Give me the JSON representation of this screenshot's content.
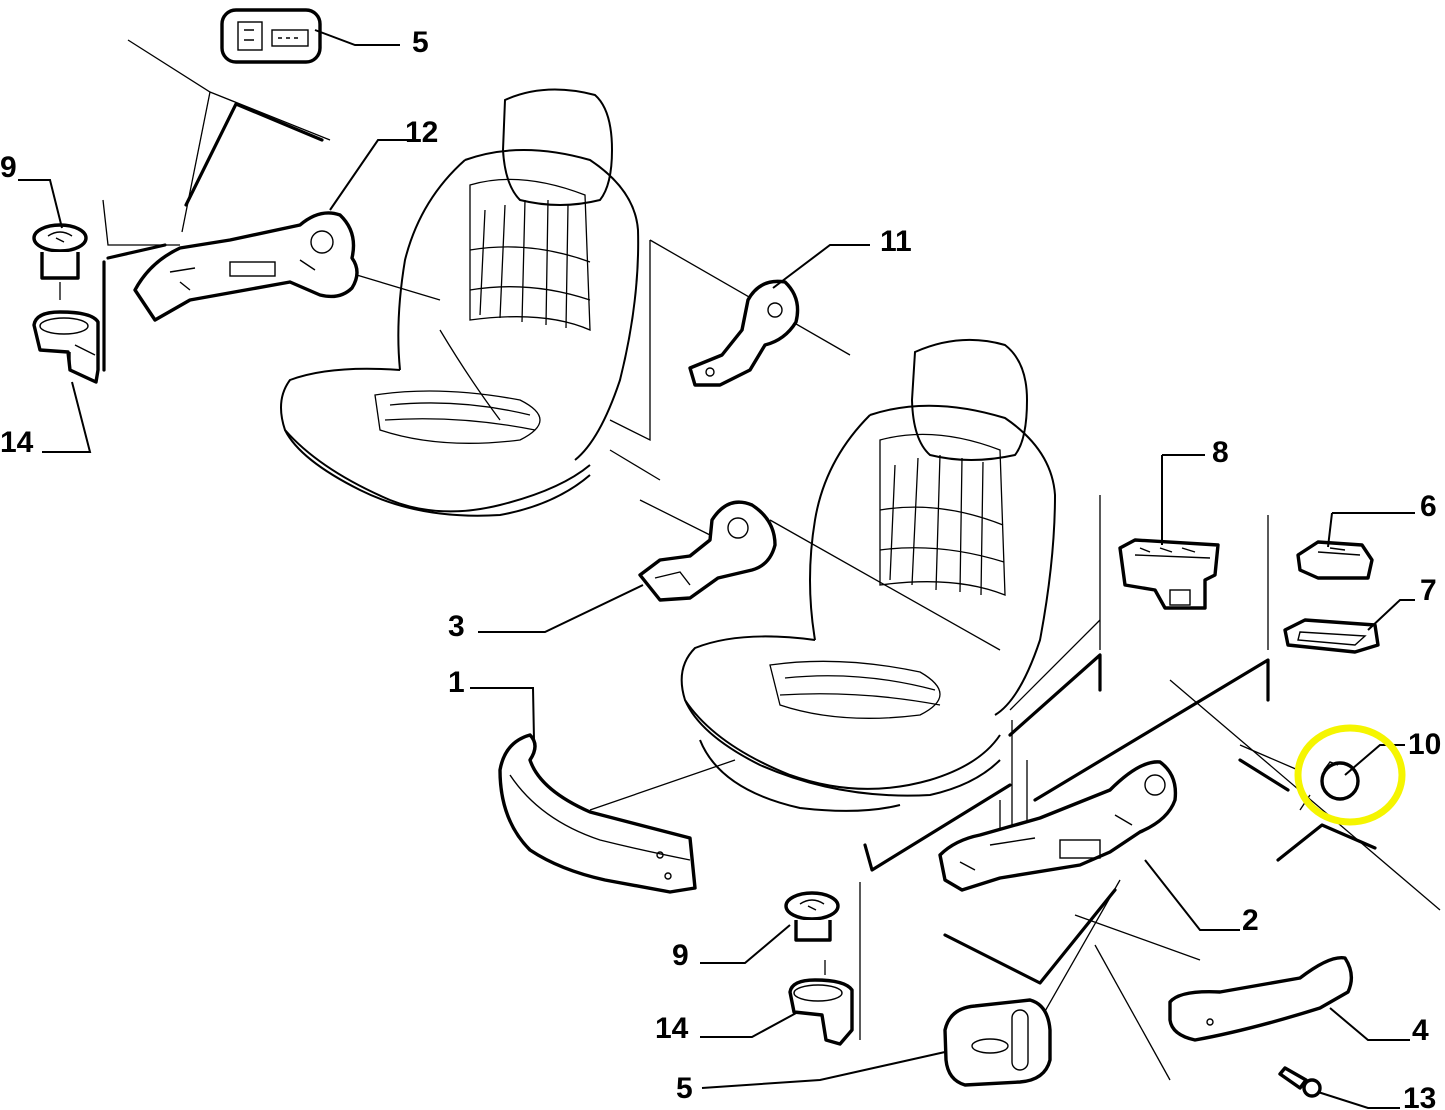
{
  "diagram": {
    "labels": {
      "part1": "1",
      "part2": "2",
      "part3": "3",
      "part4": "4",
      "part5_top": "5",
      "part5_bottom": "5",
      "part6": "6",
      "part7": "7",
      "part8": "8",
      "part9_left": "9",
      "part9_bottom": "9",
      "part10": "10",
      "part11": "11",
      "part12": "12",
      "part13": "13",
      "part14_left": "14",
      "part14_bottom": "14"
    },
    "highlight": {
      "target": "10",
      "color": "#f5f500"
    }
  }
}
